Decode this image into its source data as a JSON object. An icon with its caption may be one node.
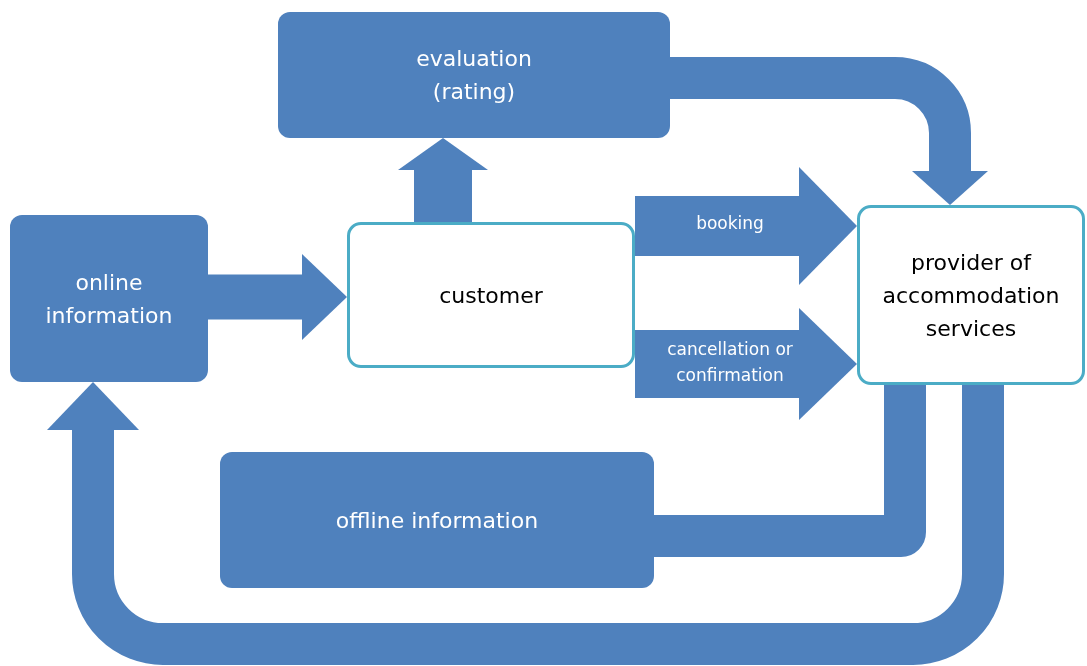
{
  "diagram": {
    "nodes": [
      {
        "text": [
          "evaluation (rating)"
        ]
      },
      {
        "text": [
          "online information"
        ]
      },
      {
        "text": [
          "customer"
        ]
      },
      {
        "text": [
          "provider of accommodation services"
        ]
      },
      {
        "text": [
          "offline information"
        ]
      }
    ],
    "edges": [
      {
        "from": 1,
        "to": 2,
        "arrow": "to"
      },
      {
        "from": 2,
        "to": 0,
        "arrow": "to"
      },
      {
        "from": 0,
        "to": 3,
        "arrow": "to"
      },
      {
        "from": 2,
        "to": 3,
        "arrow": "to",
        "label": "booking"
      },
      {
        "from": 2,
        "to": 3,
        "arrow": "to",
        "label": "cancellation or confirmation"
      },
      {
        "from": 3,
        "to": 4,
        "arrow": "none"
      },
      {
        "from": 3,
        "to": 1,
        "arrow": "to"
      }
    ]
  }
}
